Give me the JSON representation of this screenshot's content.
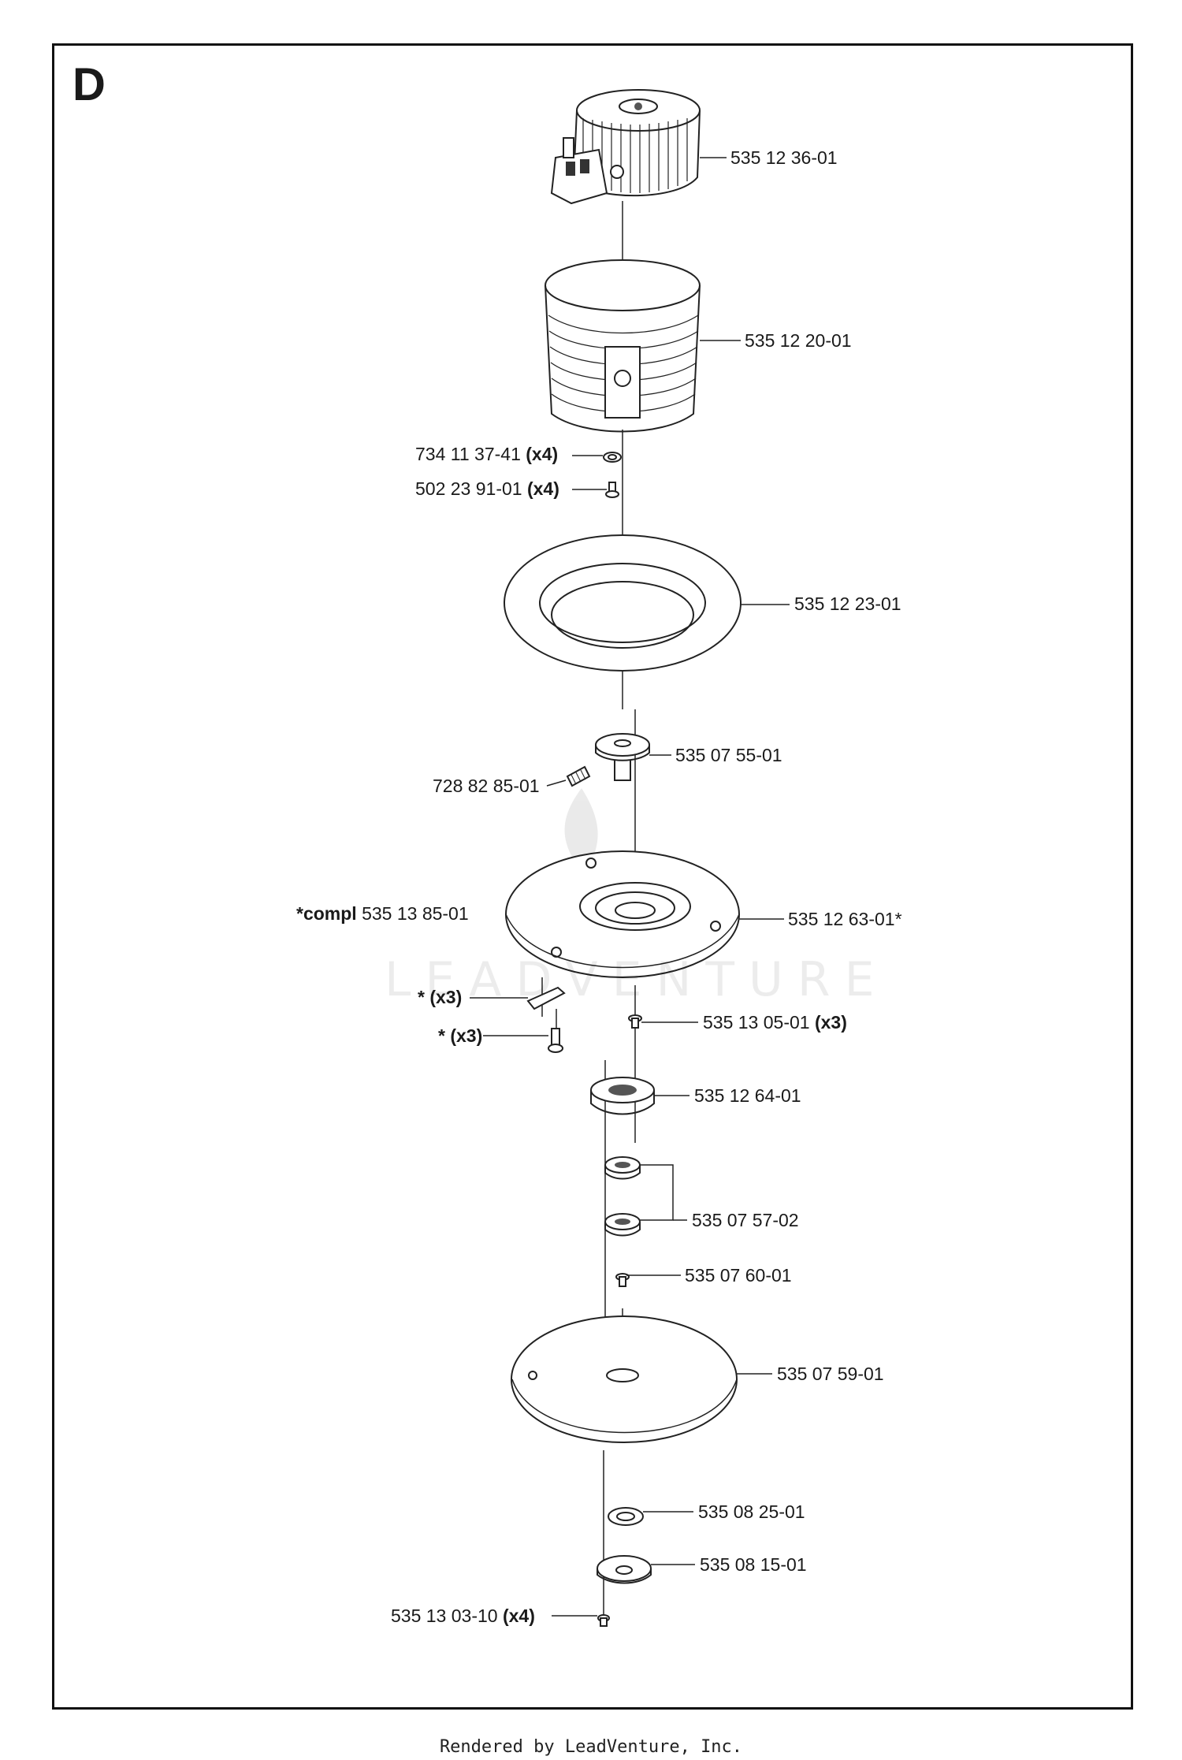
{
  "section": "D",
  "footer": "Rendered by LeadVenture, Inc.",
  "watermark": "LEADVENTURE",
  "parts": {
    "motor": "535 12 36-01",
    "motor_housing": "535 12 20-01",
    "washer": {
      "number": "734 11 37-41",
      "qty": "(x4)"
    },
    "housing_screw": {
      "number": "502 23 91-01",
      "qty": "(x4)"
    },
    "ring": "535 12 23-01",
    "hub": "535 07 55-01",
    "set_screw": "728 82 85-01",
    "compl": {
      "prefix": "*compl",
      "number": "535 13 85-01"
    },
    "bearing_plate": "535 12 63-01*",
    "blade": {
      "prefix": "*",
      "qty": "(x3)"
    },
    "blade_screw": {
      "prefix": "*",
      "qty": "(x3)"
    },
    "plate_screw": {
      "number": "535 13 05-01",
      "qty": "(x3)"
    },
    "bearing_housing": "535 12 64-01",
    "bearings": "535 07 57-02",
    "shaft_screw": "535 07 60-01",
    "disc": "535 07 59-01",
    "spacer": "535 08 25-01",
    "flange": "535 08 15-01",
    "flange_screw": {
      "number": "535 13 03-10",
      "qty": "(x4)"
    }
  }
}
